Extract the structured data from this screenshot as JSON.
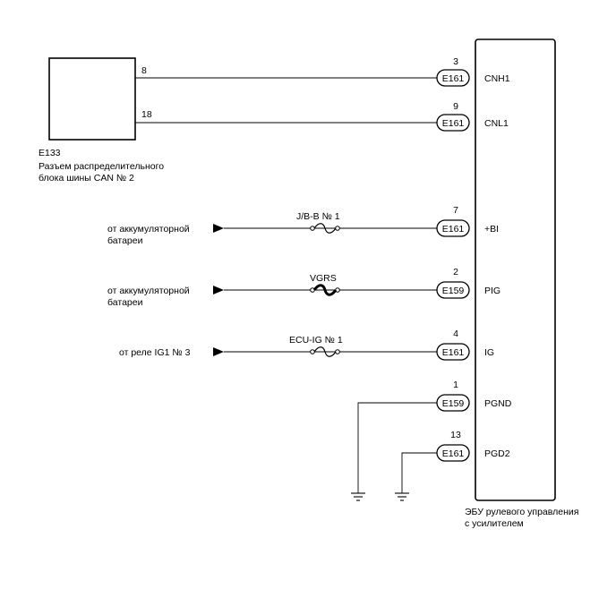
{
  "can_connector": {
    "code": "E133",
    "name_line1": "Разъем распределительного",
    "name_line2": "блока шины CAN № 2",
    "pins": [
      "8",
      "18"
    ]
  },
  "ecu": {
    "name_line1": "ЭБУ рулевого управления",
    "name_line2": "с усилителем"
  },
  "rows": [
    {
      "pin": "3",
      "connector": "E161",
      "signal": "CNH1"
    },
    {
      "pin": "9",
      "connector": "E161",
      "signal": "CNL1"
    },
    {
      "pin": "7",
      "connector": "E161",
      "signal": "+BI",
      "fuse": "J/B-B № 1",
      "source_line1": "от аккумуляторной",
      "source_line2": "батареи"
    },
    {
      "pin": "2",
      "connector": "E159",
      "signal": "PIG",
      "fuse": "VGRS",
      "source_line1": "от аккумуляторной",
      "source_line2": "батареи"
    },
    {
      "pin": "4",
      "connector": "E161",
      "signal": "IG",
      "fuse": "ECU-IG № 1",
      "source_line1": "от реле IG1 № 3"
    },
    {
      "pin": "1",
      "connector": "E159",
      "signal": "PGND"
    },
    {
      "pin": "13",
      "connector": "E161",
      "signal": "PGD2"
    }
  ]
}
